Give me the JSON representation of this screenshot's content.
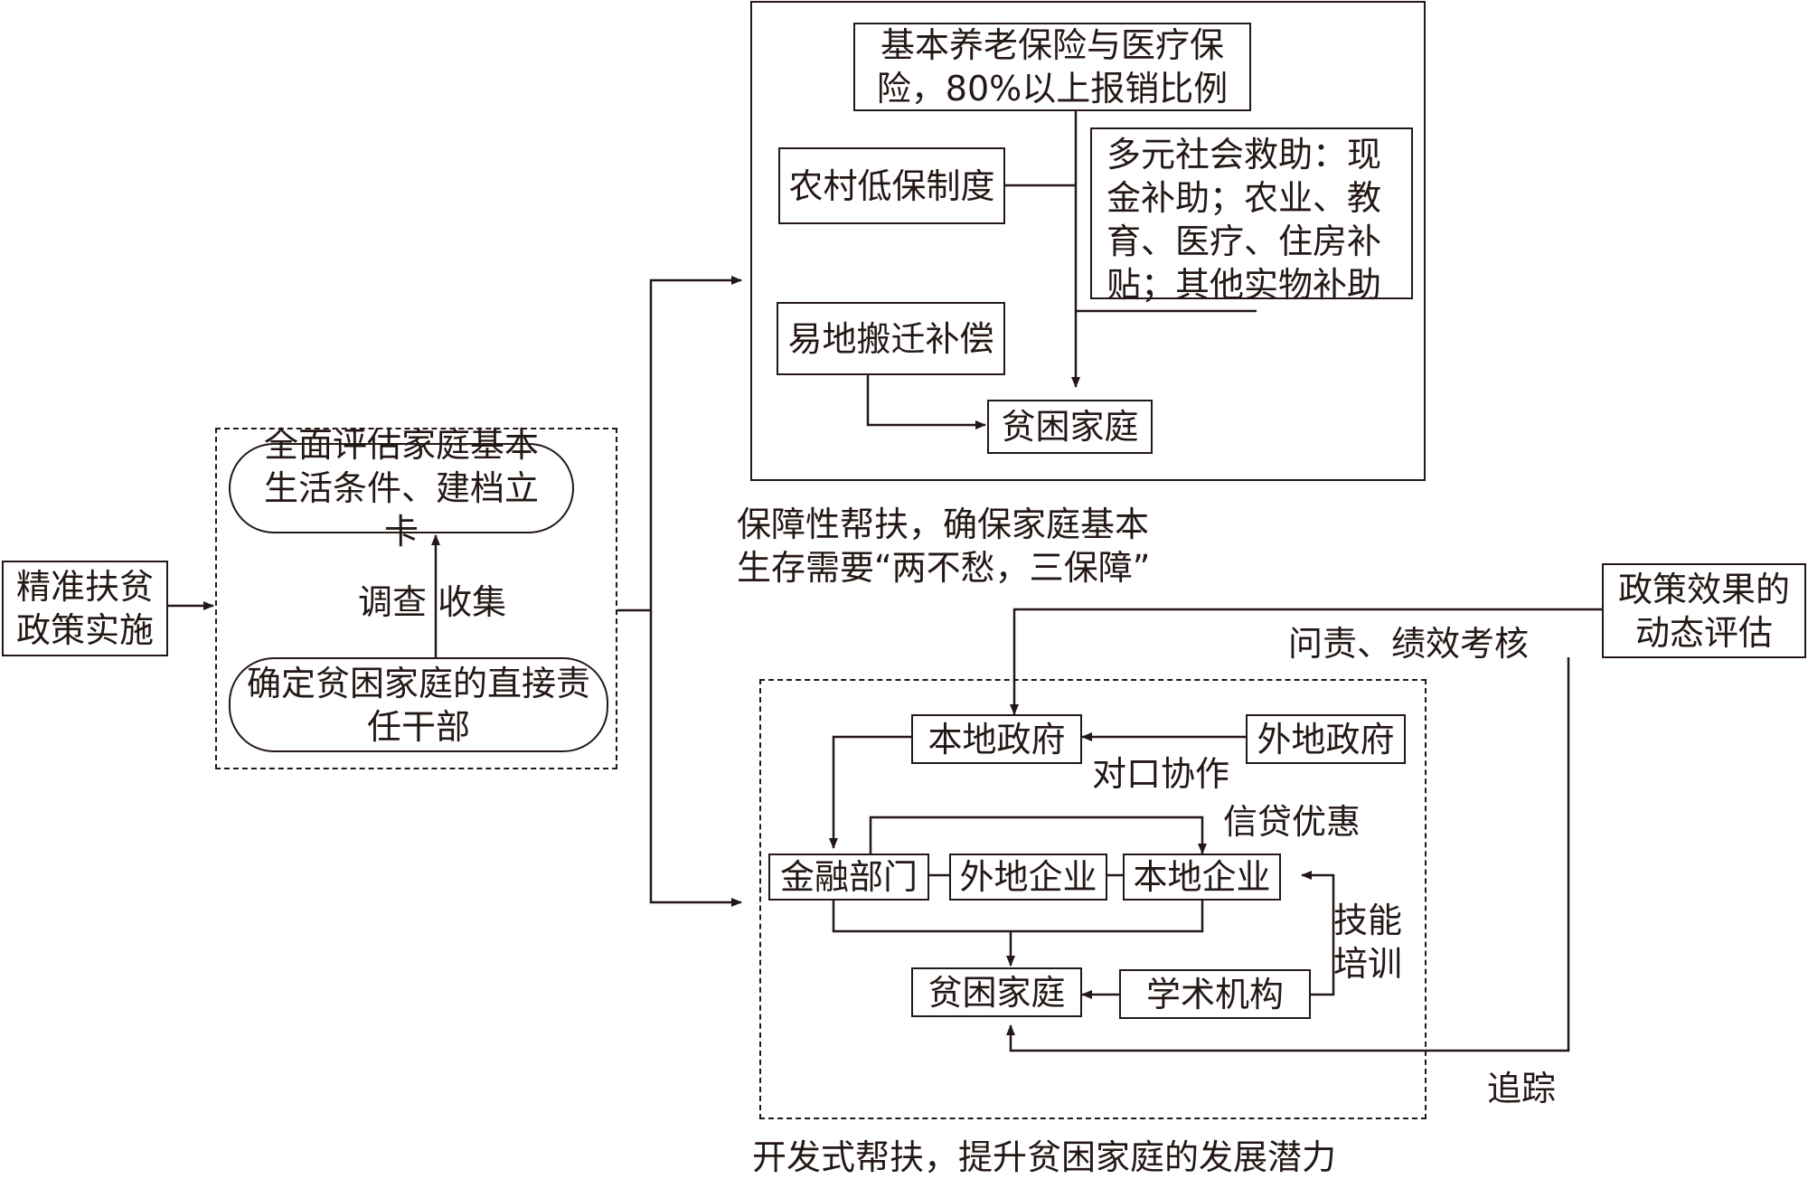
{
  "policy": {
    "title": "精准扶贫政策实施"
  },
  "identification": {
    "assess": "全面评估家庭基本生活条件、建档立卡",
    "assign": "确定贫困家庭的直接责任干部",
    "collect_label": "调查 收集"
  },
  "protective": {
    "insurance": "基本养老保险与医疗保险，80%以上报销比例",
    "dibao": "农村低保制度",
    "assistance": "多元社会救助：现金补助；农业、教育、医疗、住房补贴；其他实物补助",
    "relocation": "易地搬迁补偿",
    "household": "贫困家庭",
    "caption_line1": "保障性帮扶，确保家庭基本",
    "caption_line2": "生存需要“两不愁，三保障”"
  },
  "evaluation": {
    "title": "政策效果的动态评估",
    "accountability": "问责、绩效考核",
    "tracking": "追踪"
  },
  "developmental": {
    "local_gov": "本地政府",
    "external_gov": "外地政府",
    "paired_label": "对口协作",
    "credit_label": "信贷优惠",
    "finance": "金融部门",
    "external_firm": "外地企业",
    "local_firm": "本地企业",
    "skills_label": "技能培训",
    "academic": "学术机构",
    "household": "贫困家庭",
    "caption": "开发式帮扶，提升贫困家庭的发展潜力"
  }
}
